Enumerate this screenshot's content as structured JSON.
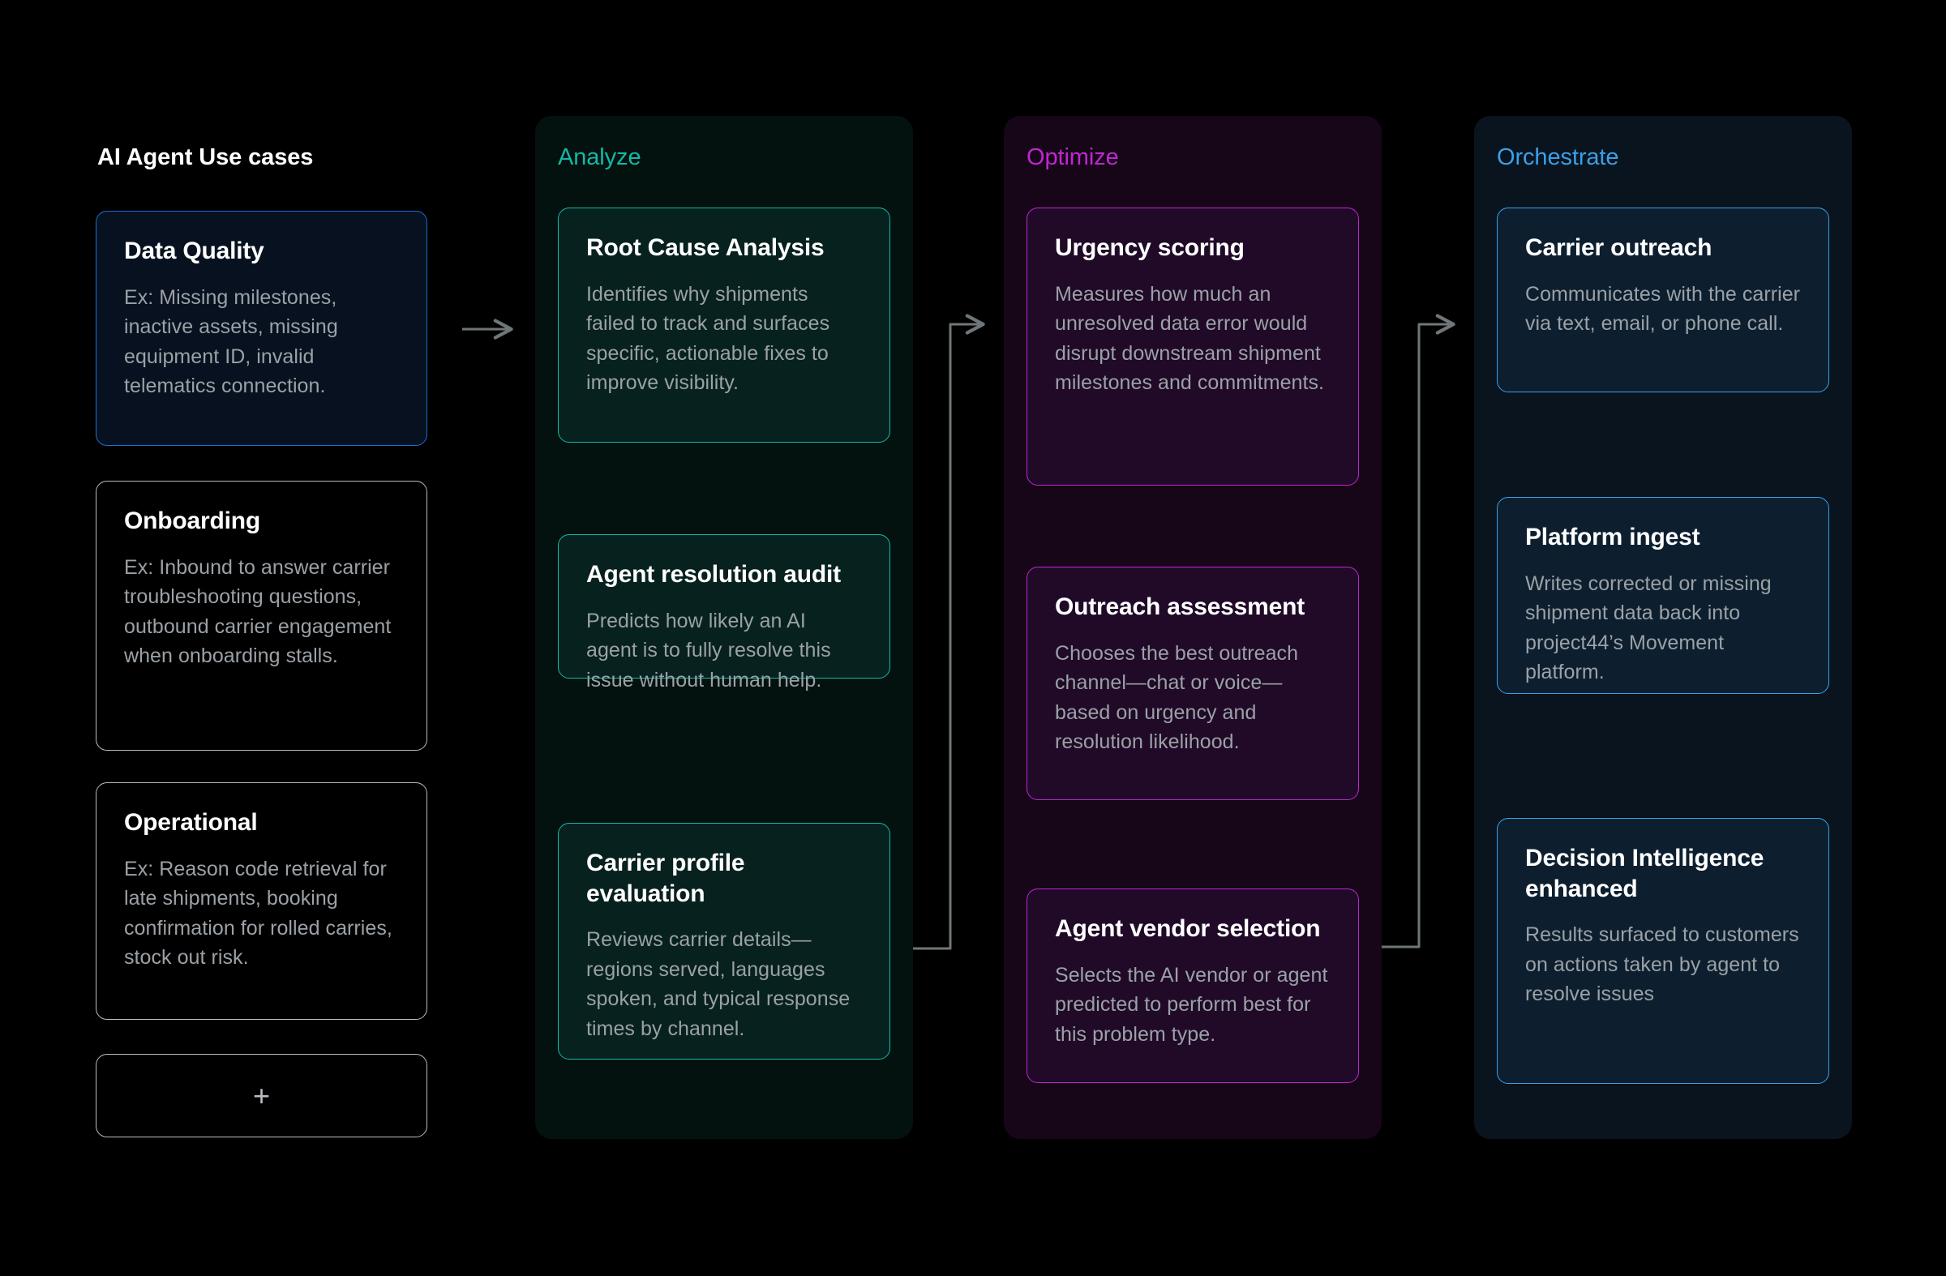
{
  "usecases": {
    "heading": "AI Agent Use cases",
    "add_label": "+",
    "items": [
      {
        "title": "Data Quality",
        "desc": "Ex: Missing milestones, inactive assets, missing equipment ID, invalid telematics connection.",
        "accent": "#1b6fd4"
      },
      {
        "title": "Onboarding",
        "desc": "Ex: Inbound to answer carrier troubleshooting questions, outbound carrier engagement when onboarding stalls.",
        "accent": "#b9bcc0"
      },
      {
        "title": "Operational",
        "desc": "Ex: Reason code retrieval for late shipments, booking confirmation for rolled carries, stock out risk.",
        "accent": "#b9bcc0"
      }
    ]
  },
  "stages": [
    {
      "label": "Analyze",
      "accent": "#14b8a6",
      "cards": [
        {
          "title": "Root Cause Analysis",
          "desc": "Identifies why shipments failed to track and surfaces specific, actionable fixes to improve visibility."
        },
        {
          "title": "Agent resolution audit",
          "desc": "Predicts how likely an AI agent is to fully resolve this issue without human help."
        },
        {
          "title": "Carrier profile evaluation",
          "desc": "Reviews carrier details—regions served, languages spoken, and typical response times by channel."
        }
      ]
    },
    {
      "label": "Optimize",
      "accent": "#c026d3",
      "cards": [
        {
          "title": "Urgency scoring",
          "desc": "Measures how much an unresolved data error would disrupt downstream shipment milestones and commitments."
        },
        {
          "title": "Outreach assessment",
          "desc": "Chooses the best outreach channel—chat or voice—based on urgency and resolution likelihood."
        },
        {
          "title": "Agent vendor selection",
          "desc": "Selects the AI vendor or agent predicted to perform best for this problem type."
        }
      ]
    },
    {
      "label": "Orchestrate",
      "accent": "#3b9fe8",
      "cards": [
        {
          "title": "Carrier outreach",
          "desc": "Communicates with the carrier via text, email, or phone call."
        },
        {
          "title": "Platform ingest",
          "desc": "Writes corrected or missing shipment data back into project44’s Movement platform."
        },
        {
          "title": "Decision Intelligence enhanced",
          "desc": "Results surfaced to customers on actions taken by agent to resolve issues"
        }
      ]
    }
  ],
  "flow": {
    "down_arrow_glyph": "↓",
    "connector_color": "#6f7679"
  }
}
